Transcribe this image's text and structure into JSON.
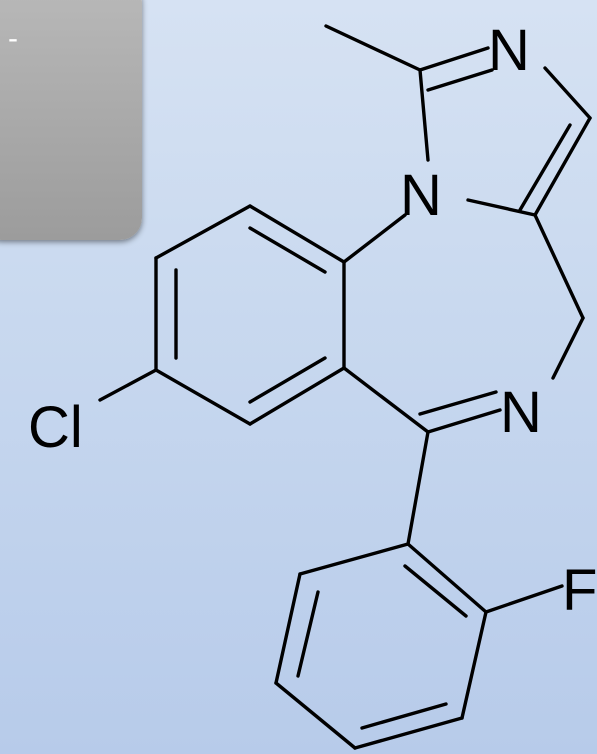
{
  "panel": {
    "label": "-"
  },
  "molecule": {
    "atoms": {
      "n_top": "N",
      "n_ring": "N",
      "n_imine": "N",
      "cl": "Cl",
      "f": "F"
    }
  },
  "colors": {
    "background_top": "#d6e2f3",
    "background_bottom": "#b7cbea",
    "panel": "#aaaaaa",
    "bond": "#000000"
  }
}
